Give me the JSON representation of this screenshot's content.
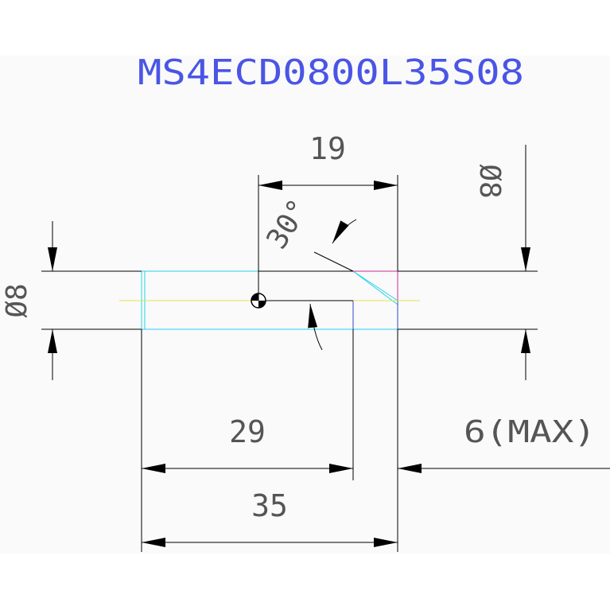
{
  "drawing": {
    "part_number": "MS4ECD0800L35S08",
    "dimensions": {
      "cutting_diameter": "Ø8",
      "shank_diameter": "Ø8",
      "flute_length": "19",
      "shank_length": "29",
      "overall_length": "35",
      "tip_allowance": "6(MAX)",
      "chamfer_angle": "30°"
    }
  },
  "colors": {
    "title": "#4a55e6",
    "dimension_lines": "#000000",
    "tool_outline": "#22d3ee",
    "centerline": "#e8e050",
    "tip_red": "#d42020",
    "tip_magenta": "#c43090",
    "tip_blue": "#3344cc"
  }
}
